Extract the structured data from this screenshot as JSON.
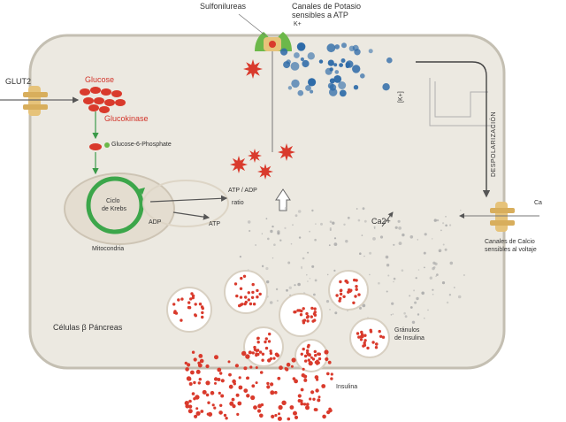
{
  "labels": {
    "glut2": "GLUT2",
    "glucose": "Glucose",
    "glucokinase": "Glucokinase",
    "g6p": "Glucose-6-Phosphate",
    "krebs_line1": "Ciclo",
    "krebs_line2": "de Krebs",
    "mitochondria": "Mitocondria",
    "adp": "ADP",
    "atp": "ATP",
    "atp_adp": "ATP / ADP",
    "ratio": "ratio",
    "sulfonylurea": "Sulfonilureas",
    "katp_line1": "Canales de Potasio",
    "katp_line2": "sensibles a ATP",
    "kplus": "K+",
    "vm": "[K+]",
    "depolarization": "DESPOLARIZACIÓN",
    "ca2": "Ca2+",
    "ca_channel_line1": "Canales de Calcio",
    "ca_channel_line2": "sensibles al voltaje",
    "ca_ext": "Ca",
    "beta_cell": "Células β Páncreas",
    "vesicles_line1": "Gránulos",
    "vesicles_line2": "de Insulina",
    "insulin": "Insulina"
  },
  "colors": {
    "cell_fill": "#ece9e1",
    "cell_stroke": "#bdb8ab",
    "red": "#d93a2c",
    "blue": "#2d6aa8",
    "channel": "#e6c37a",
    "krebs": "#3ca64a",
    "text": "#333333"
  }
}
